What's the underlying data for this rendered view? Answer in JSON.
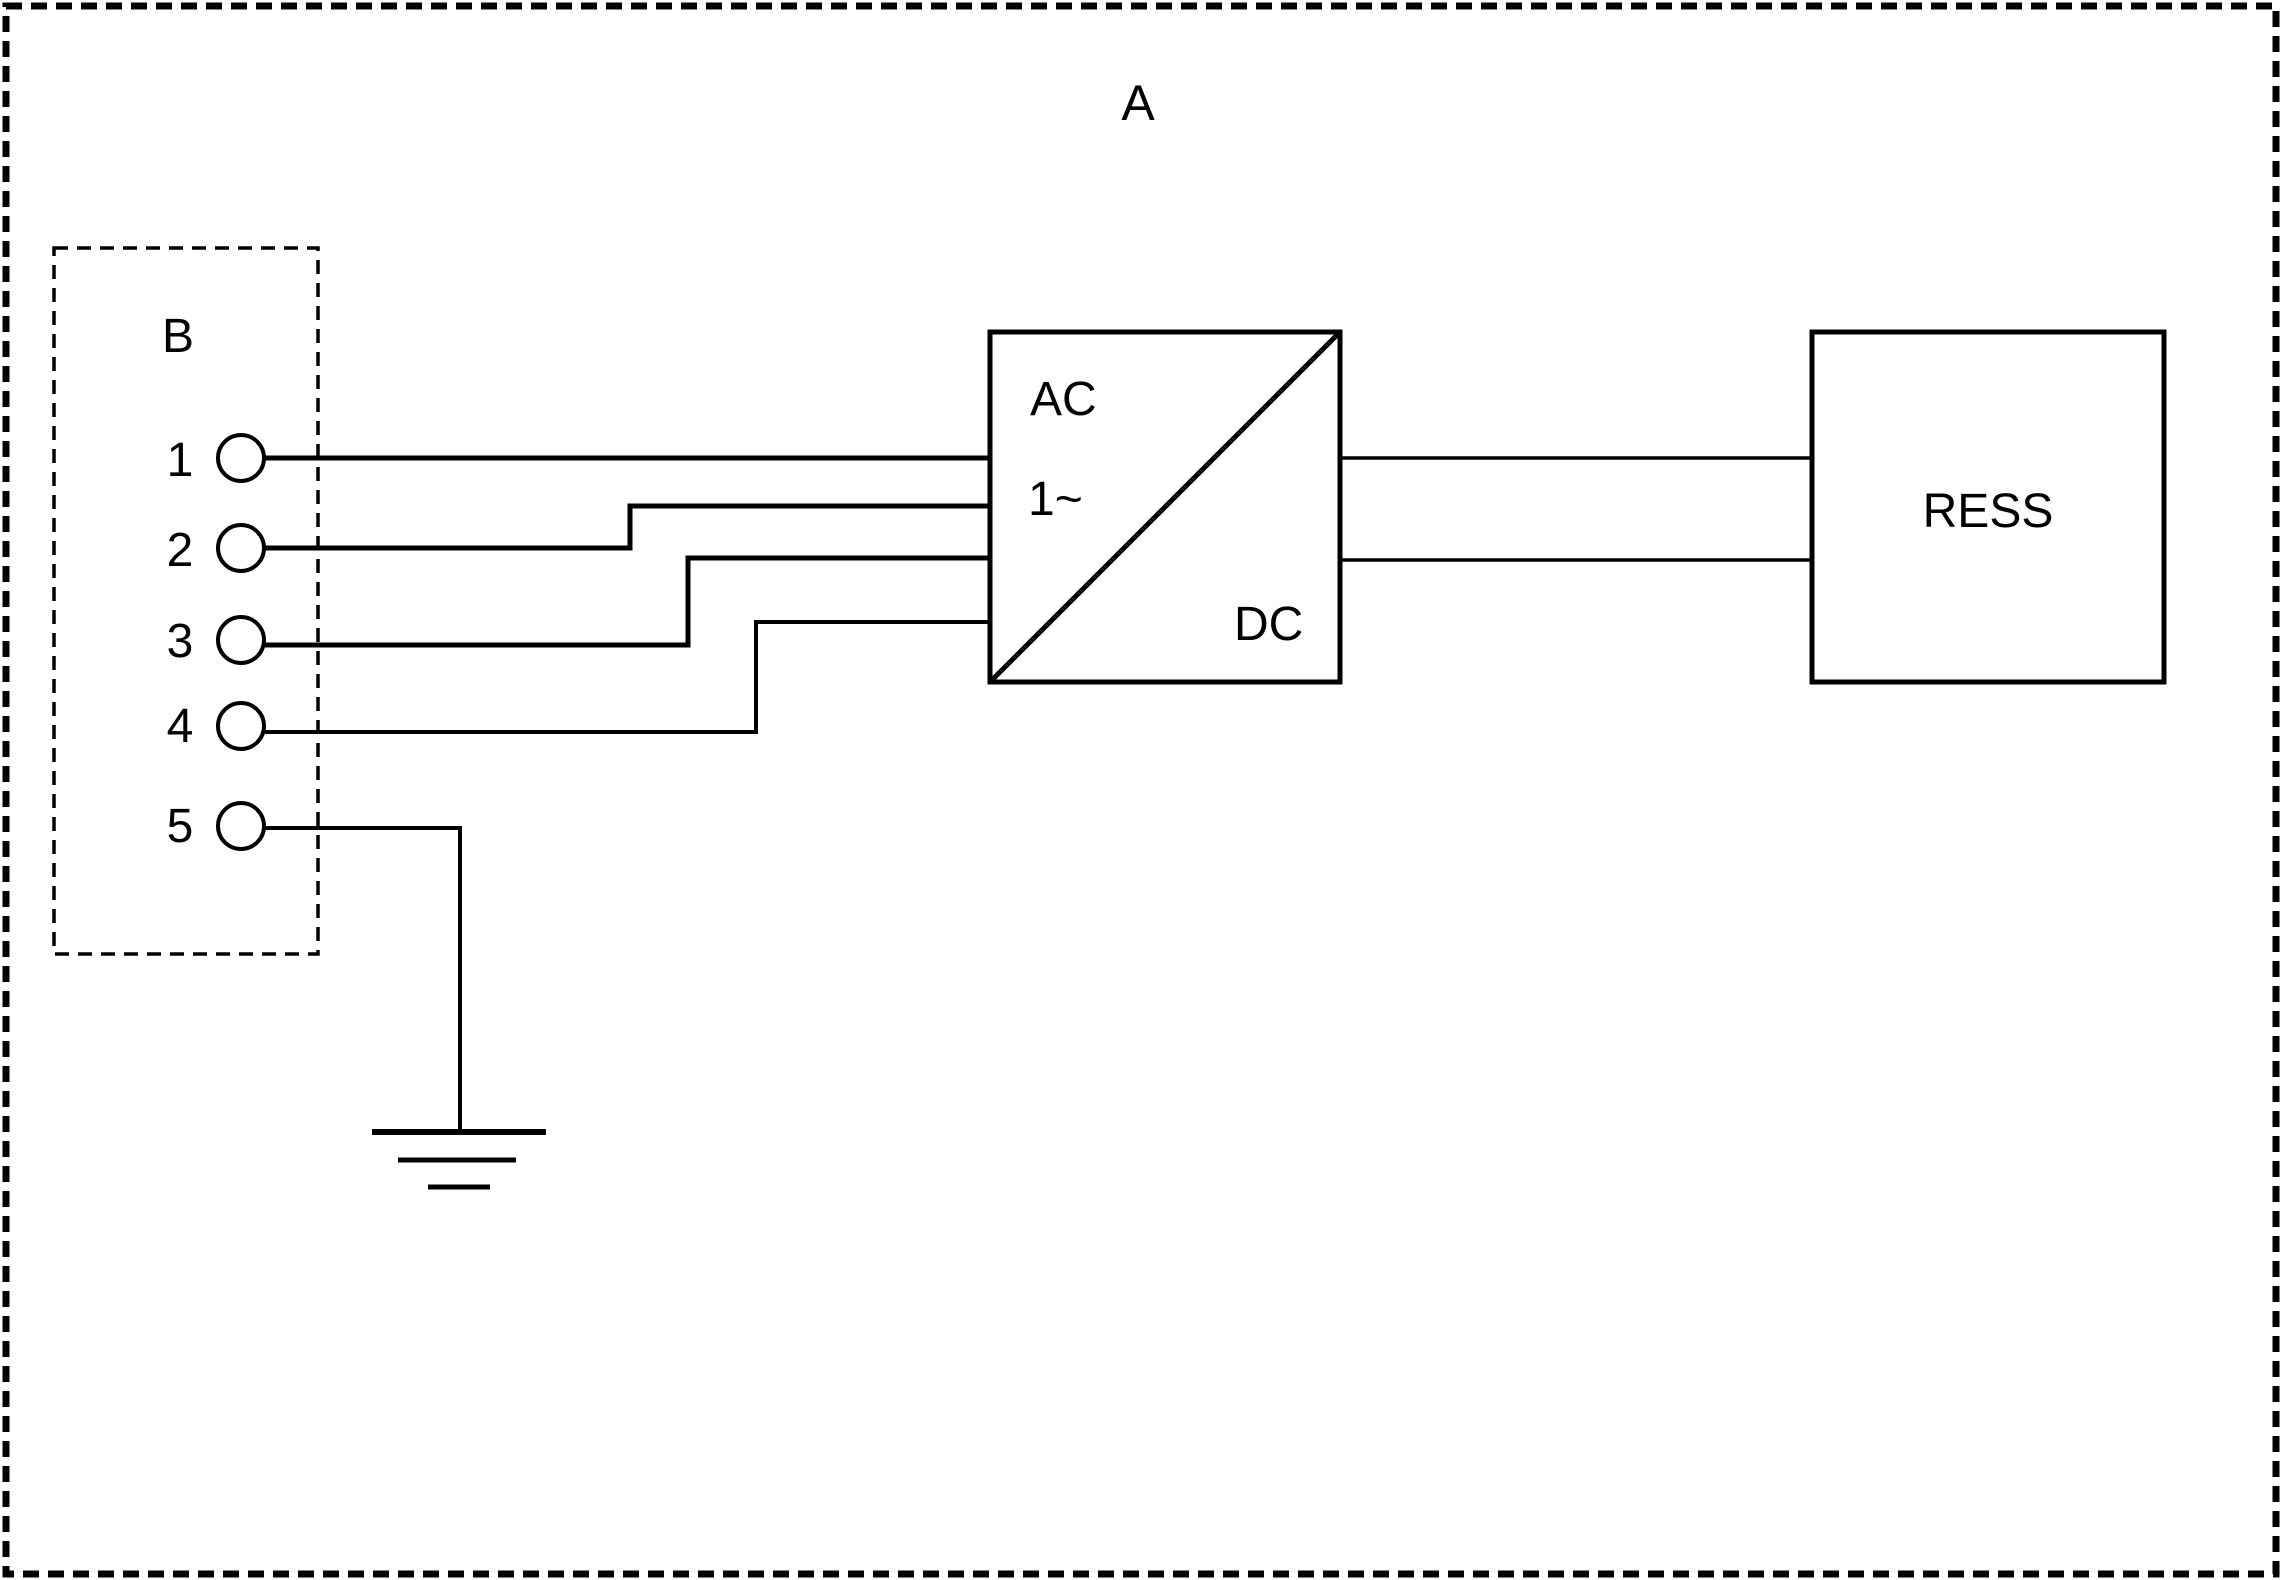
{
  "system": {
    "outer_label": "A",
    "inlet_label": "B"
  },
  "terminals": [
    {
      "label": "1"
    },
    {
      "label": "2"
    },
    {
      "label": "3"
    },
    {
      "label": "4"
    },
    {
      "label": "5"
    }
  ],
  "converter": {
    "ac_label": "AC",
    "phase_label": "1~",
    "dc_label": "DC"
  },
  "storage": {
    "label": "RESS"
  },
  "colors": {
    "line": "#000000",
    "background": "#ffffff"
  }
}
